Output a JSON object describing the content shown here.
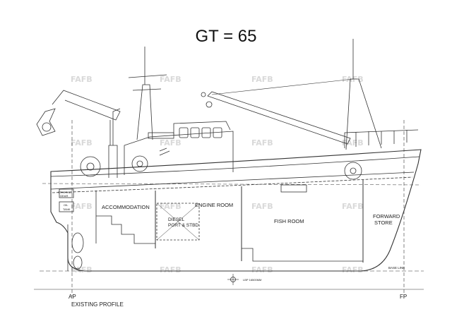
{
  "title": "GT = 65",
  "watermark": "FAFB",
  "labels": {
    "accommodation": "ACCOMMODATION",
    "engine_room": "ENGINE ROOM",
    "diesel_1": "DIESEL",
    "diesel_2": "PORT & STBD",
    "fish_room": "FISH ROOM",
    "forward_1": "FORWARD",
    "forward_2": "STORE",
    "steering_1": "STEERING",
    "steering_2": "GEAR",
    "oil_1": "OIL",
    "oil_2": "TANK",
    "base_line": "BASE LINE",
    "lbp": "LBP 16500MM",
    "ap": "AP",
    "fp": "FP",
    "existing_profile": "EXISTING PROFILE"
  }
}
